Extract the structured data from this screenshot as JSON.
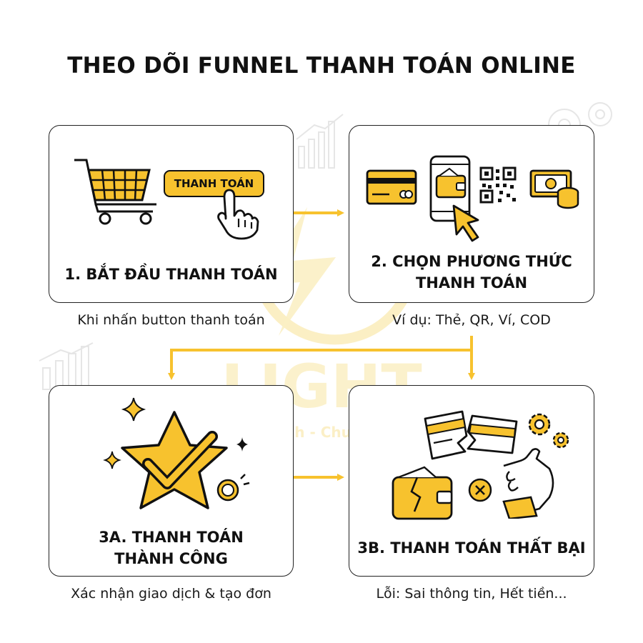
{
  "title": "THEO DÕI FUNNEL THANH TOÁN ONLINE",
  "colors": {
    "accent": "#F7C22E",
    "stroke": "#111111",
    "watermark": "#FBEFC4"
  },
  "watermark": {
    "brand": "LIGHT",
    "slogan": "Nhanh - Chuẩn - Đẹp"
  },
  "steps": [
    {
      "title": "1. BẮT ĐẦU THANH TOÁN",
      "caption": "Khi nhấn button thanh toán",
      "button_label": "THANH TOÁN",
      "icons": [
        "shopping-cart-icon",
        "pointer-hand-icon"
      ]
    },
    {
      "title_line1": "2. CHỌN PHƯƠNG THỨC",
      "title_line2": "THANH TOÁN",
      "caption": "Ví dụ: Thẻ, QR, Ví, COD",
      "icons": [
        "credit-card-icon",
        "smartphone-wallet-icon",
        "qr-code-icon",
        "cash-coins-icon",
        "cursor-arrow-icon"
      ]
    },
    {
      "title_line1": "3A. THANH TOÁN",
      "title_line2": "THÀNH CÔNG",
      "caption": "Xác nhận giao dịch & tạo đơn",
      "icons": [
        "star-check-icon",
        "sparkle-icon",
        "coin-icon"
      ]
    },
    {
      "title": "3B. THANH TOÁN THẤT BẠI",
      "caption": "Lỗi: Sai thông tin, Hết tiền...",
      "icons": [
        "broken-card-icon",
        "broken-wallet-icon",
        "gears-icon",
        "error-x-icon",
        "hand-icon"
      ]
    }
  ]
}
